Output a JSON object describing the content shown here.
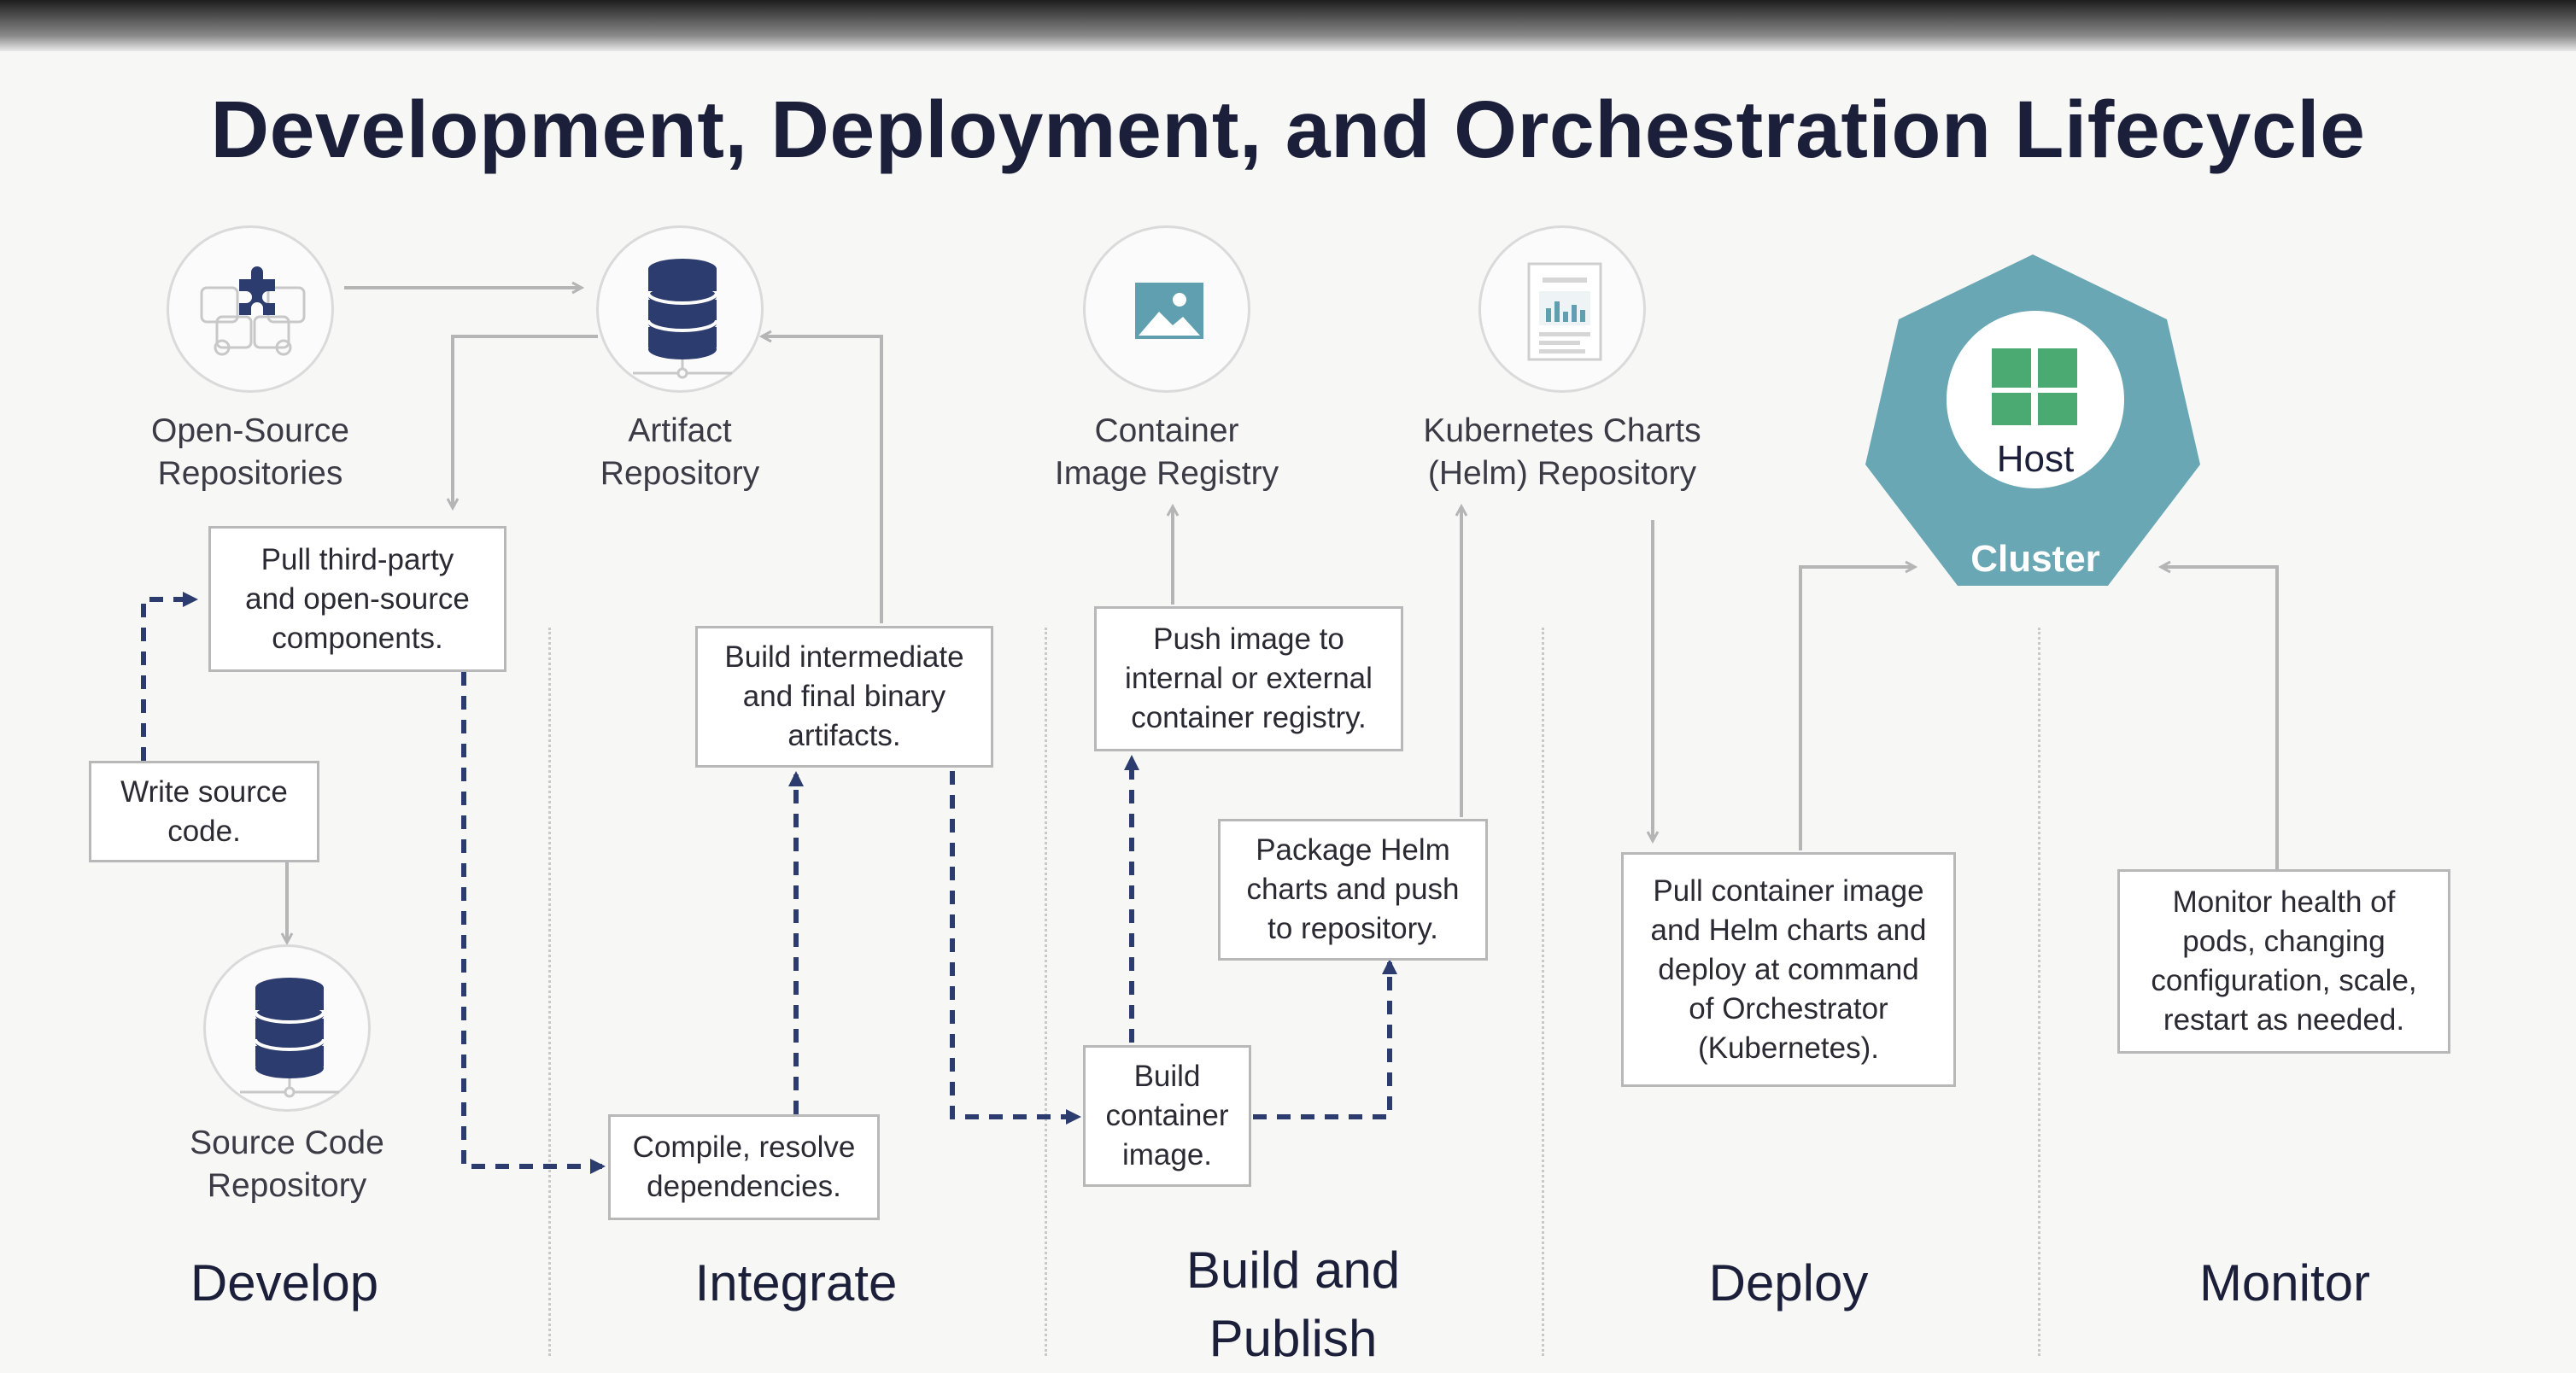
{
  "title": "Development, Deployment, and Orchestration Lifecycle",
  "repos": {
    "open_source": "Open-Source\nRepositories",
    "artifact": "Artifact\nRepository",
    "container_registry": "Container\nImage Registry",
    "helm": "Kubernetes Charts\n(Helm) Repository",
    "source_code": "Source Code\nRepository"
  },
  "boxes": {
    "pull_third_party": "Pull third-party\nand open-source\ncomponents.",
    "write_source": "Write source\ncode.",
    "build_binary": "Build intermediate\nand final binary\nartifacts.",
    "compile": "Compile, resolve\ndependencies.",
    "push_image": "Push image to\ninternal or external\ncontainer registry.",
    "package_helm": "Package Helm\ncharts and push\nto repository.",
    "build_container": "Build\ncontainer\nimage.",
    "pull_deploy": "Pull container image\nand Helm charts and\ndeploy at command\nof Orchestrator\n(Kubernetes).",
    "monitor_health": "Monitor health of\npods, changing\nconfiguration, scale,\nrestart as needed."
  },
  "cluster": {
    "host": "Host",
    "cluster": "Cluster",
    "color": "#6aa7b4"
  },
  "stages": {
    "develop": "Develop",
    "integrate": "Integrate",
    "build_publish": "Build and\nPublish",
    "deploy": "Deploy",
    "monitor": "Monitor"
  },
  "colors": {
    "accent": "#2d3c6e",
    "line": "#b5b5b5",
    "title": "#1c1f3a"
  },
  "icons": [
    "puzzle-icon",
    "database-icon",
    "image-icon",
    "chart-doc-icon",
    "database-icon",
    "grid-icon"
  ]
}
